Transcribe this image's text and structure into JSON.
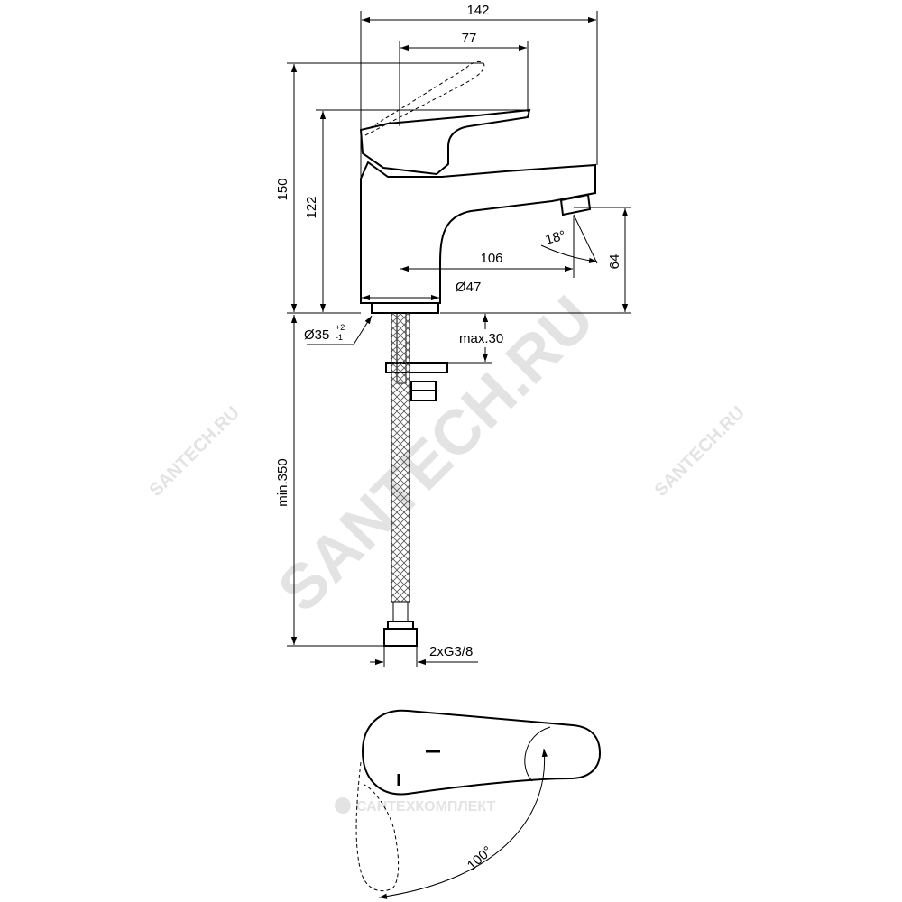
{
  "dimensions": {
    "total_width": "142",
    "lever_reach": "77",
    "total_height": "150",
    "body_height": "122",
    "spout_reach": "106",
    "base_diameter": "Ø47",
    "spout_height": "64",
    "spout_angle": "18°",
    "hole_diameter": "Ø35",
    "hole_tol_plus": "+2",
    "hole_tol_minus": "-1",
    "max_deck": "max.30",
    "hose_length": "min.350",
    "connection": "2xG3/8",
    "lever_rotation": "100°"
  },
  "watermarks": {
    "center": "SANTECH.RU",
    "left": "SANTECH.RU",
    "right": "SANTECH.RU",
    "brand": "САНТЕХКОМПЛЕКТ"
  }
}
